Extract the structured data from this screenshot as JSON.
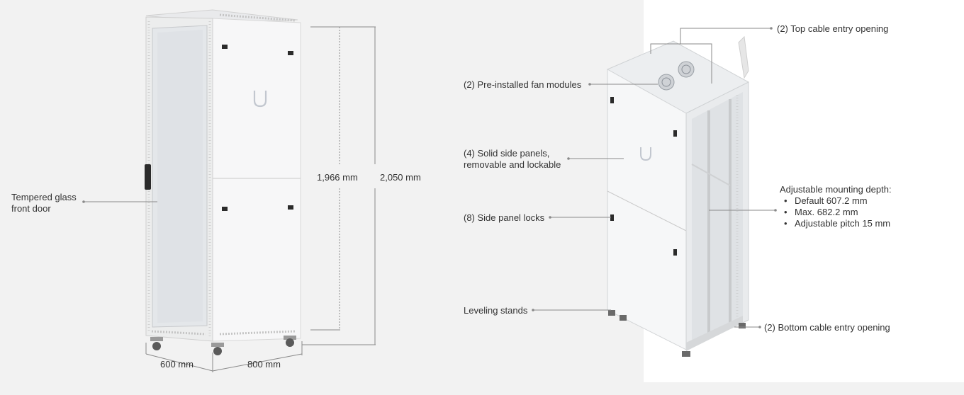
{
  "front_view": {
    "label_glass_door_line1": "Tempered glass",
    "label_glass_door_line2": "front door",
    "dim_inner_height": "1,966 mm",
    "dim_total_height": "2,050 mm",
    "dim_width": "600 mm",
    "dim_depth": "800 mm"
  },
  "iso_view": {
    "label_top_cable": "(2) Top cable entry opening",
    "label_fans": "(2) Pre-installed fan modules",
    "label_side_panels_line1": "(4) Solid side panels,",
    "label_side_panels_line2": "removable and lockable",
    "label_panel_locks": "(8) Side panel locks",
    "label_leveling": "Leveling stands",
    "label_bottom_cable": "(2) Bottom cable entry opening",
    "depth_title": "Adjustable mounting depth:",
    "depth_items": [
      "Default 607.2 mm",
      "Max. 682.2 mm",
      "Adjustable pitch 15 mm"
    ]
  },
  "colors": {
    "background": "#f2f2f2",
    "cabinet": "#f4f5f6",
    "leader": "#8a8a8a"
  }
}
